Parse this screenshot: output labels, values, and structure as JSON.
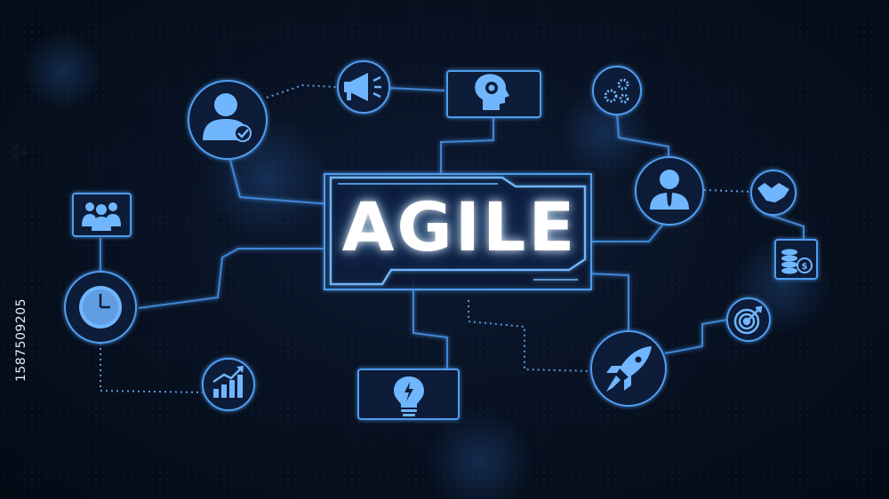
{
  "diagram": {
    "title": "AGILE",
    "side_id": "1587509205",
    "accent_color": "#5fb6ff",
    "line_color": "#3f86d6",
    "background_color": "#07101f",
    "nodes": [
      {
        "id": "customer-satisfaction",
        "icon": "user-check-icon",
        "shape": "circle"
      },
      {
        "id": "megaphone",
        "icon": "megaphone-icon",
        "shape": "circle"
      },
      {
        "id": "idea-head",
        "icon": "head-gear-icon",
        "shape": "rect"
      },
      {
        "id": "gears",
        "icon": "gears-icon",
        "shape": "circle"
      },
      {
        "id": "businessman",
        "icon": "businessman-icon",
        "shape": "circle"
      },
      {
        "id": "handshake",
        "icon": "handshake-icon",
        "shape": "circle"
      },
      {
        "id": "money",
        "icon": "coins-dollar-icon",
        "shape": "rect"
      },
      {
        "id": "team",
        "icon": "team-icon",
        "shape": "rect"
      },
      {
        "id": "clock",
        "icon": "clock-icon",
        "shape": "circle"
      },
      {
        "id": "growth",
        "icon": "growth-chart-icon",
        "shape": "circle"
      },
      {
        "id": "lightbulb",
        "icon": "lightbulb-icon",
        "shape": "rect"
      },
      {
        "id": "rocket",
        "icon": "rocket-icon",
        "shape": "circle"
      },
      {
        "id": "target",
        "icon": "target-icon",
        "shape": "circle"
      }
    ]
  }
}
